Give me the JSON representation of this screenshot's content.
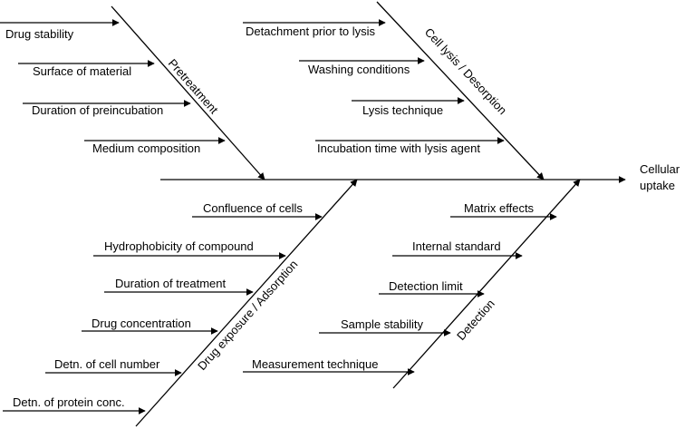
{
  "effect": {
    "line1": "Cellular",
    "line2": "uptake"
  },
  "categories": {
    "pretreatment": "Pretreatment",
    "cell_lysis": "Cell lysis  /  Desorption",
    "drug_exposure": "Drug exposure / Adsorption",
    "detection": "Detection"
  },
  "causes": {
    "pretreatment": [
      "Drug stability",
      "Surface of material",
      "Duration of preincubation",
      "Medium composition"
    ],
    "cell_lysis": [
      "Detachment prior to lysis",
      "Washing conditions",
      "Lysis technique",
      "Incubation time with lysis agent"
    ],
    "drug_exposure": [
      "Confluence of cells",
      "Hydrophobicity of compound",
      "Duration of treatment",
      "Drug concentration",
      "Detn. of cell number",
      "Detn. of protein conc."
    ],
    "detection": [
      "Matrix effects",
      "Internal standard",
      "Detection limit",
      "Sample stability",
      "Measurement technique"
    ]
  }
}
